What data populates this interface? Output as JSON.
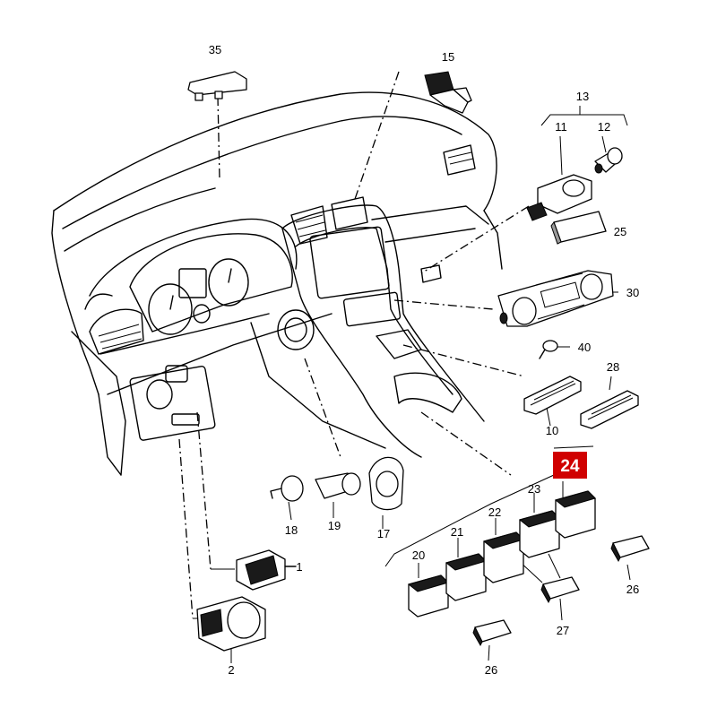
{
  "callouts": [
    {
      "id": "c35",
      "text": "35"
    },
    {
      "id": "c15",
      "text": "15"
    },
    {
      "id": "c13",
      "text": "13"
    },
    {
      "id": "c11",
      "text": "11"
    },
    {
      "id": "c12",
      "text": "12"
    },
    {
      "id": "c25",
      "text": "25"
    },
    {
      "id": "c30",
      "text": "30"
    },
    {
      "id": "c40",
      "text": "40"
    },
    {
      "id": "c28",
      "text": "28"
    },
    {
      "id": "c10",
      "text": "10"
    },
    {
      "id": "c24",
      "text": "24",
      "highlighted": true,
      "highlight_color": "#d00000"
    },
    {
      "id": "c23",
      "text": "23"
    },
    {
      "id": "c22",
      "text": "22"
    },
    {
      "id": "c21",
      "text": "21"
    },
    {
      "id": "c20",
      "text": "20"
    },
    {
      "id": "c26a",
      "text": "26"
    },
    {
      "id": "c27",
      "text": "27"
    },
    {
      "id": "c26b",
      "text": "26"
    },
    {
      "id": "c18",
      "text": "18"
    },
    {
      "id": "c19",
      "text": "19"
    },
    {
      "id": "c17",
      "text": "17"
    },
    {
      "id": "c1",
      "text": "1"
    },
    {
      "id": "c2",
      "text": "2"
    }
  ]
}
